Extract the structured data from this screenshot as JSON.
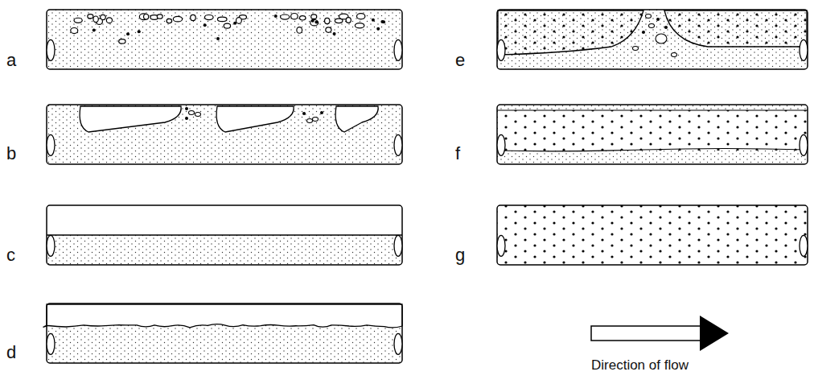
{
  "diagram": {
    "labels": [
      "a",
      "b",
      "c",
      "d",
      "e",
      "f",
      "g",
      "Direction of flow"
    ]
  }
}
